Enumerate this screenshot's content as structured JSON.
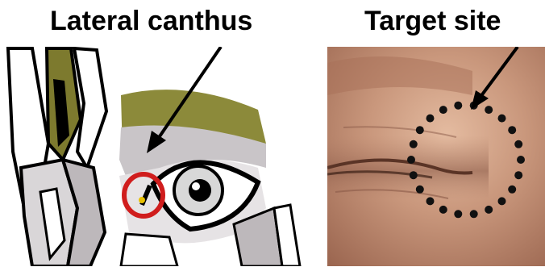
{
  "labels": {
    "left": "Lateral canthus",
    "right": "Target site"
  },
  "colors": {
    "brow": "#8c8a3a",
    "lid_gray": "#c9c5c8",
    "face_gray": "#d9d6d8",
    "outline": "#000000",
    "red_marker": "#d01d1d",
    "skin_base": "#c9977c",
    "skin_dark": "#9b6650",
    "dot": "#111111",
    "hair_olive": "#7d7a2e"
  },
  "icons": {
    "left_arrow": "arrow-icon",
    "right_arrow": "arrow-icon",
    "marker": "red-circle-marker",
    "target": "dotted-circle-target"
  }
}
